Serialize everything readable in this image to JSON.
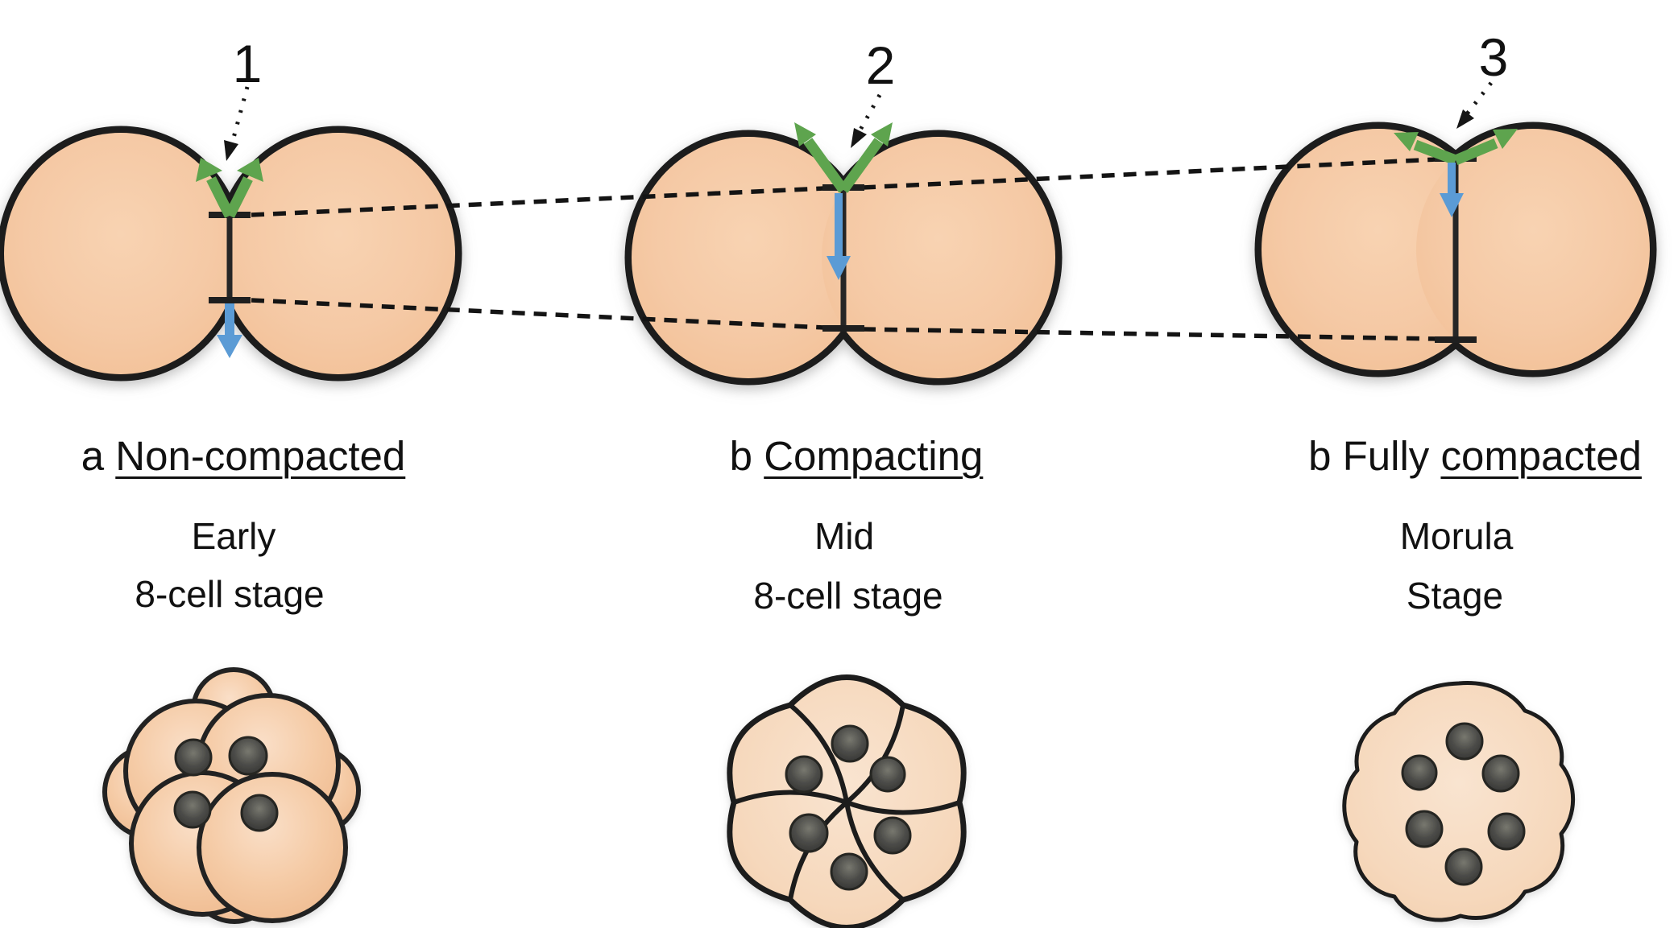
{
  "panels": [
    {
      "number": "1",
      "caption_prefix": "a ",
      "caption_underlined": "Non-compacted",
      "stage_line1": "Early",
      "stage_line2": "8-cell stage"
    },
    {
      "number": "2",
      "caption_prefix": "b ",
      "caption_underlined": "Compacting",
      "stage_line1": "Mid",
      "stage_line2": "8-cell stage"
    },
    {
      "number": "3",
      "caption_prefix": "b Fully ",
      "caption_underlined": "compacted",
      "stage_line1": "Morula",
      "stage_line2": "Stage"
    }
  ],
  "colors": {
    "cell_fill": "#f5c9a5",
    "cell_fill_light": "#f6dcc3",
    "outline_black": "#1c1c1c",
    "accent_green": "#5ea44e",
    "accent_blue": "#5b9bd5",
    "nucleus_gray": "#474745",
    "background_white": "#ffffff",
    "text_black": "#111111"
  }
}
